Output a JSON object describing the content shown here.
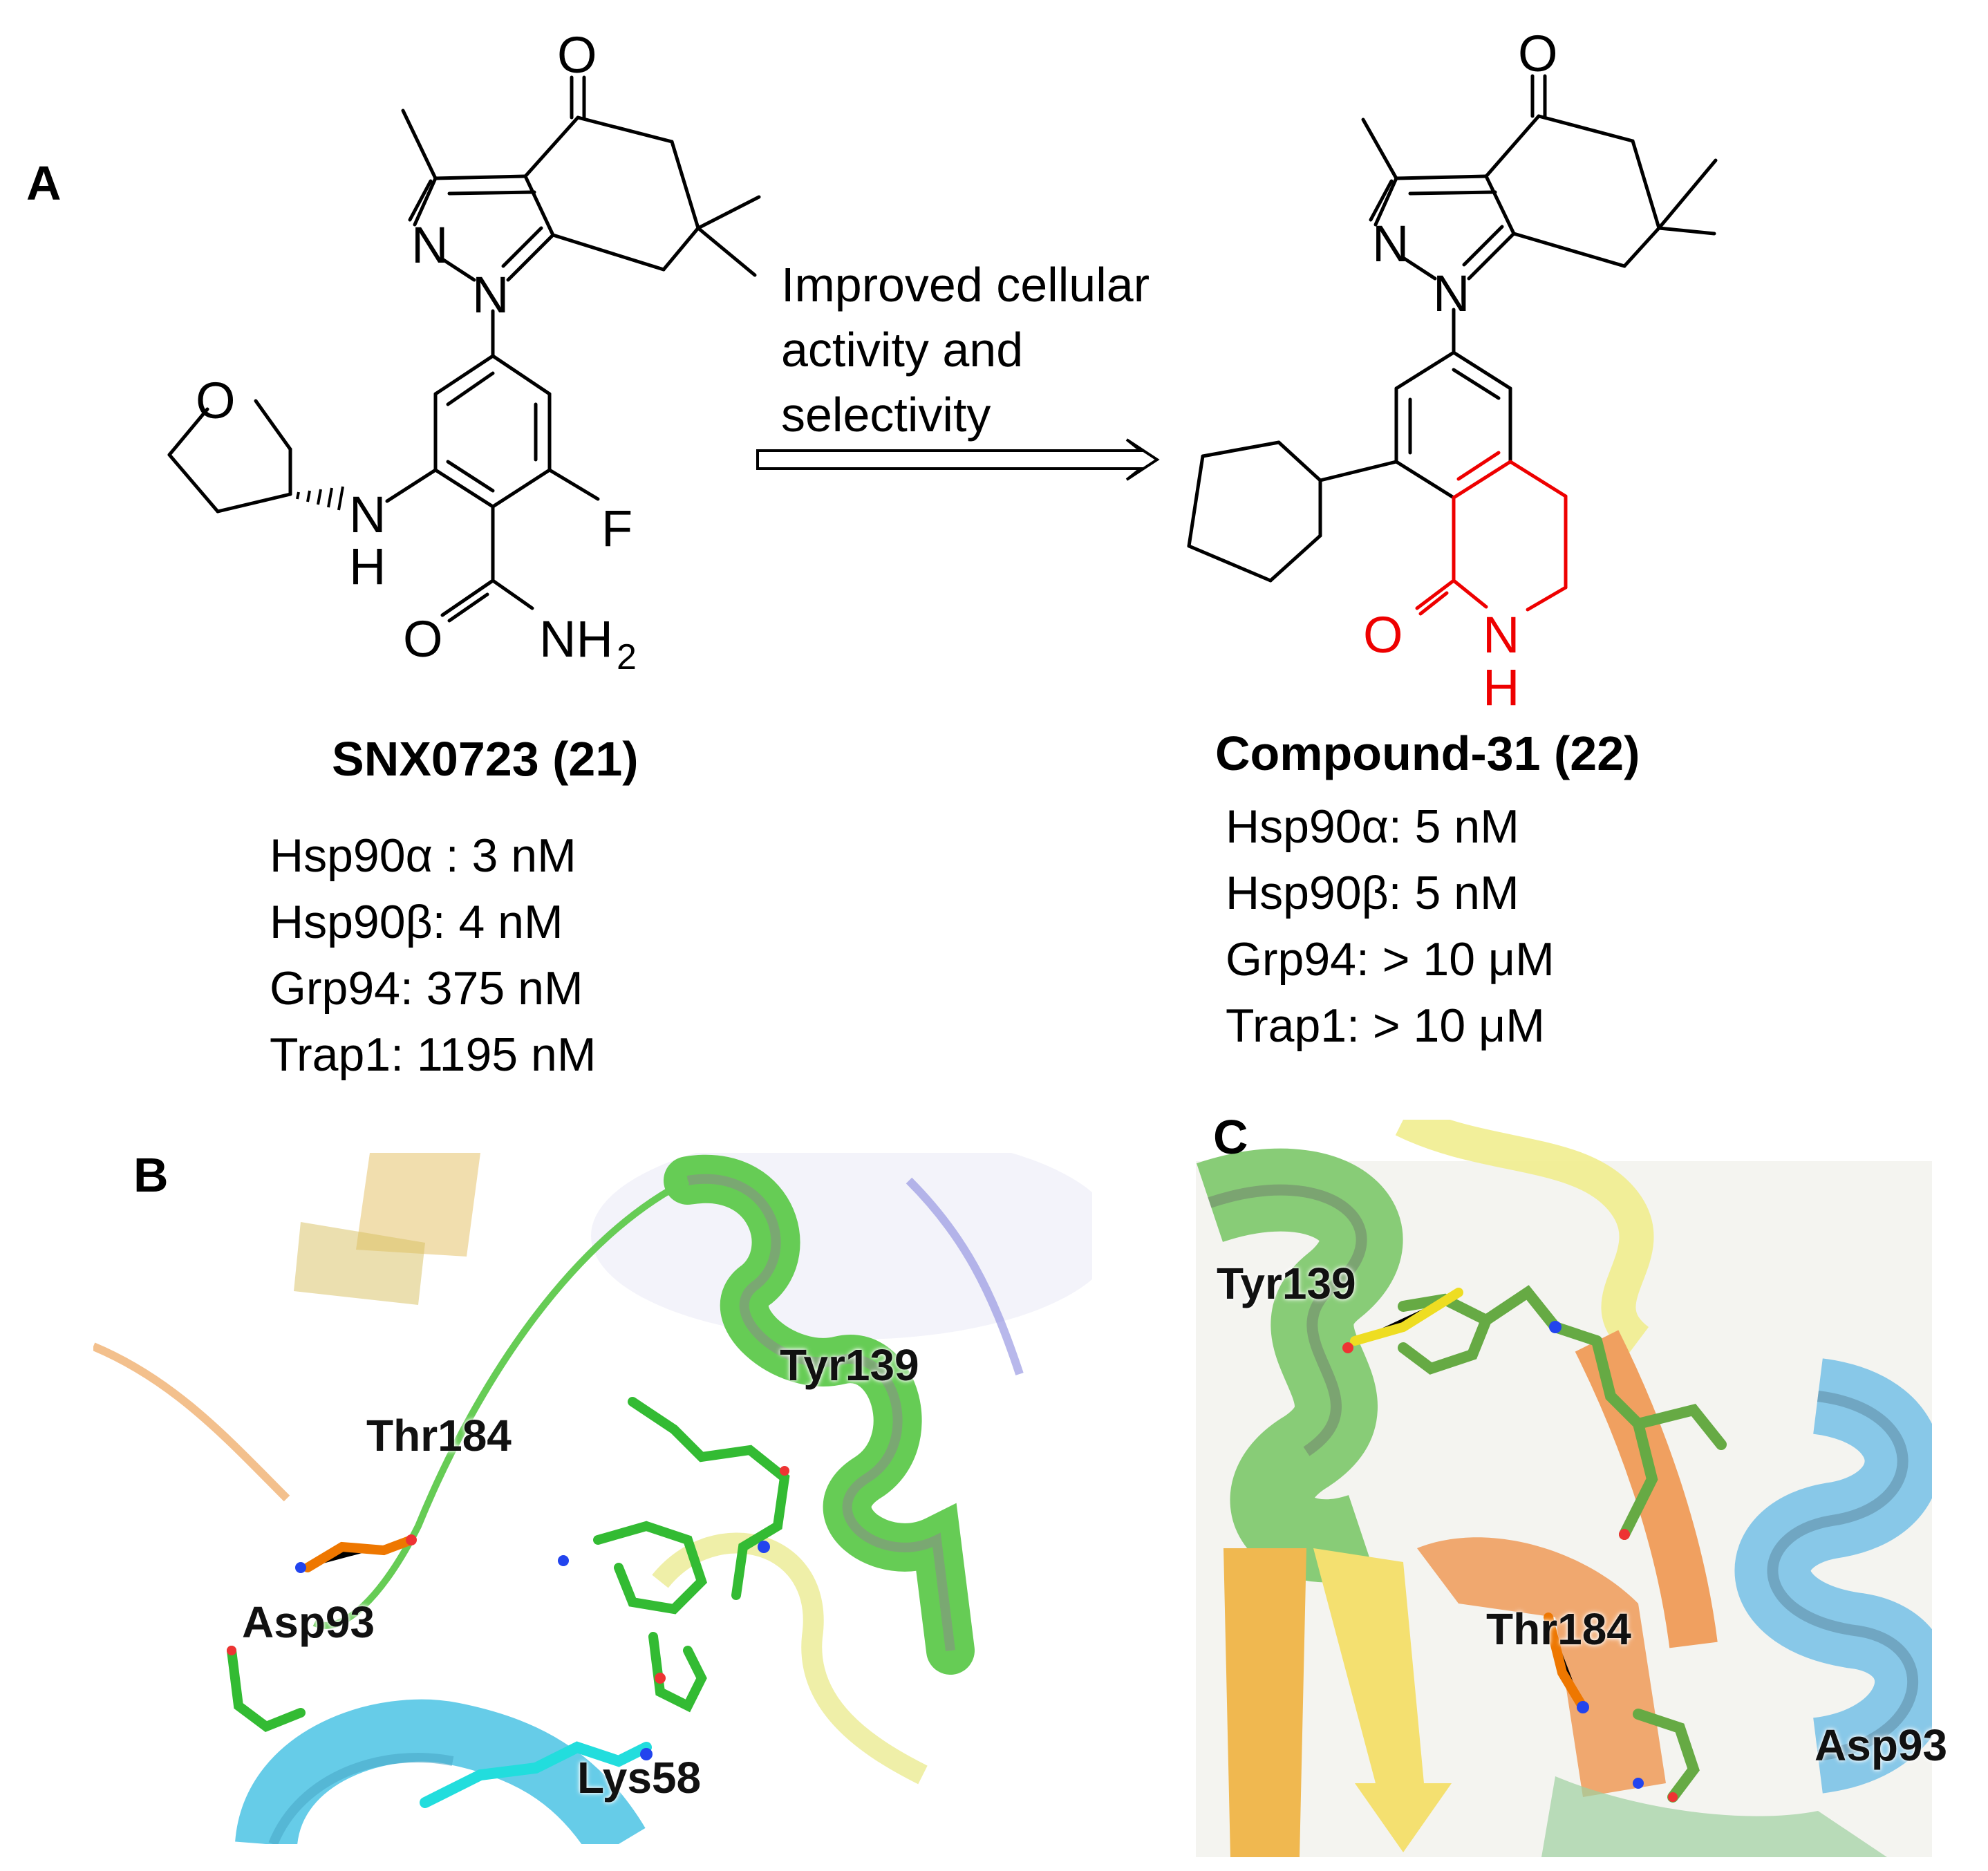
{
  "panels": {
    "a": "A",
    "b": "B",
    "c": "C"
  },
  "arrow_text": [
    "Improved cellular",
    "activity and",
    "selectivity"
  ],
  "compound_left": {
    "name": "SNX0723 (21)",
    "activities": [
      "Hsp90α : 3 nM",
      "Hsp90β: 4 nM",
      "Grp94: 375 nM",
      "Trap1: 1195 nM"
    ]
  },
  "compound_right": {
    "name": "Compound-31 (22)",
    "activities": [
      "Hsp90α:  5 nM",
      "Hsp90β:  5 nM",
      "Grp94: > 10 μM",
      "Trap1:  > 10 μM"
    ]
  },
  "atoms": {
    "O": "O",
    "N": "N",
    "F": "F",
    "H": "H",
    "NH2": "NH",
    "sub2": "2"
  },
  "colors": {
    "highlight": "#ee0000"
  },
  "panel_b_labels": {
    "thr": "Thr184",
    "asp": "Asp93",
    "tyr": "Tyr139",
    "lys": "Lys58"
  },
  "panel_c_labels": {
    "tyr": "Tyr139",
    "thr": "Thr184",
    "asp": "Asp93"
  }
}
